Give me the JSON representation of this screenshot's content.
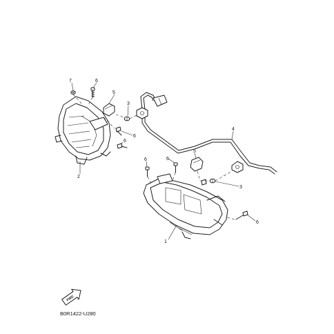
{
  "diagram": {
    "callouts": [
      "1",
      "2",
      "3",
      "3",
      "4",
      "5",
      "5",
      "6",
      "6",
      "6",
      "6",
      "6",
      "7"
    ],
    "fwd_label": "FWD",
    "part_code": "B0R1422-U280"
  }
}
